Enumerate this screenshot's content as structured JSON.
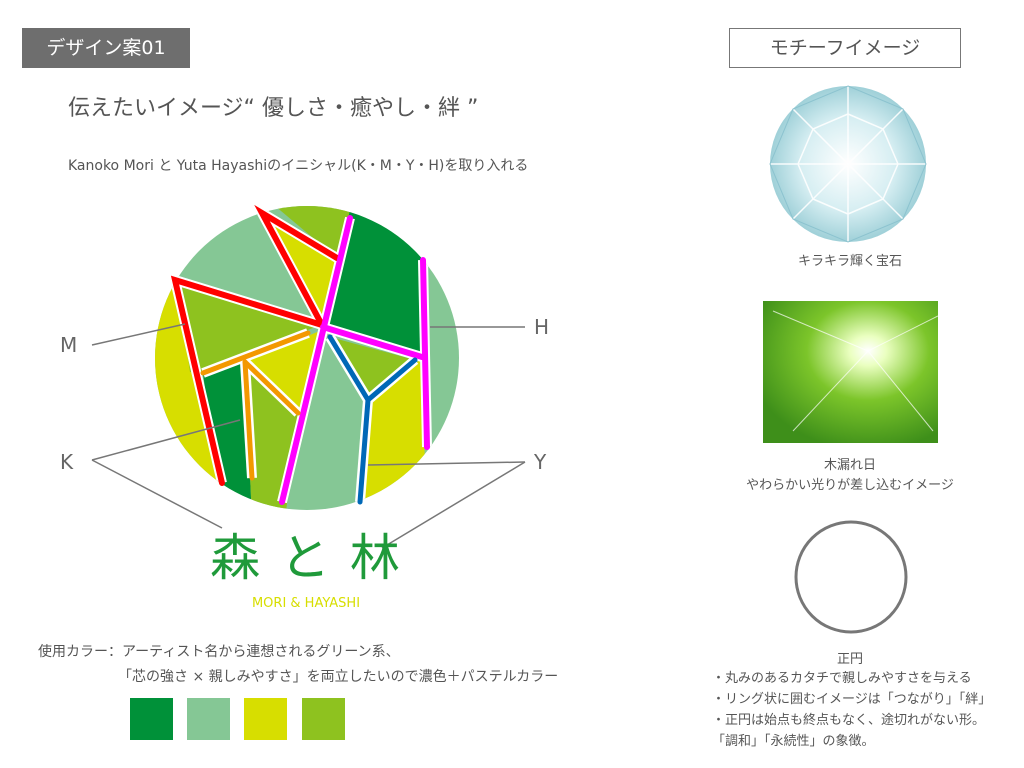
{
  "badge": "デザイン案01",
  "headline": "伝えたいイメージ“ 優しさ・癒やし・絆 ”",
  "subtitle": "Kanoko Mori と Yuta Hayashiのイニシャル(K・M・Y・H)を取り入れる",
  "labels": {
    "m": "M",
    "h": "H",
    "k": "K",
    "y": "Y"
  },
  "logo": {
    "kanji": "森 と 林",
    "romaji": "MORI & HAYASHI"
  },
  "colors_text": {
    "line1": "使用カラー：アーティスト名から連想されるグリーン系、",
    "line2": "「芯の強さ × 親しみやすさ」を両立したいので濃色＋パステルカラー"
  },
  "swatches": [
    "#009139",
    "#85c795",
    "#d7de00",
    "#8ec21f"
  ],
  "motif": {
    "title": "モチーフイメージ",
    "gem_caption": "キラキラ輝く宝石",
    "forest_caption1": "木漏れ日",
    "forest_caption2": "やわらかい光りが差し込むイメージ",
    "circle_caption": "正円",
    "notes": [
      "・丸みのあるカタチで親しみやすさを与える",
      "・リング状に囲むイメージは「つながり」「絆」",
      "・正円は始点も終点もなく、途切れがない形。",
      "「調和」「永続性」の象徴。"
    ]
  }
}
